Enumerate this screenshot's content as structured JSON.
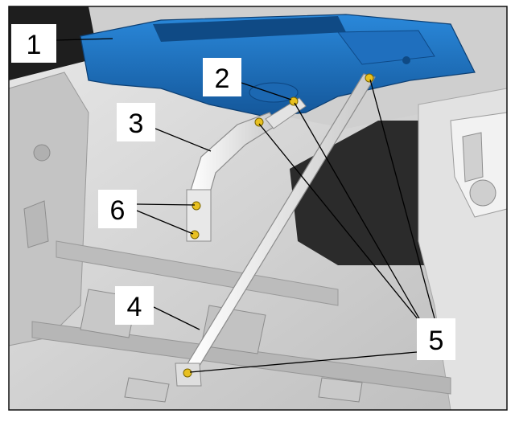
{
  "callouts": [
    {
      "id": "1",
      "label": "1"
    },
    {
      "id": "2",
      "label": "2"
    },
    {
      "id": "3",
      "label": "3"
    },
    {
      "id": "4",
      "label": "4"
    },
    {
      "id": "5",
      "label": "5"
    },
    {
      "id": "6",
      "label": "6"
    }
  ],
  "colors": {
    "highlight_part": "#1c74c4",
    "body_shell": "#d6d6d6",
    "dark_panel": "#2a2a2a",
    "brace": "#efefef",
    "bolt": "#e8c020",
    "leader": "#000000",
    "label_bg": "#ffffff",
    "border": "#111111"
  }
}
